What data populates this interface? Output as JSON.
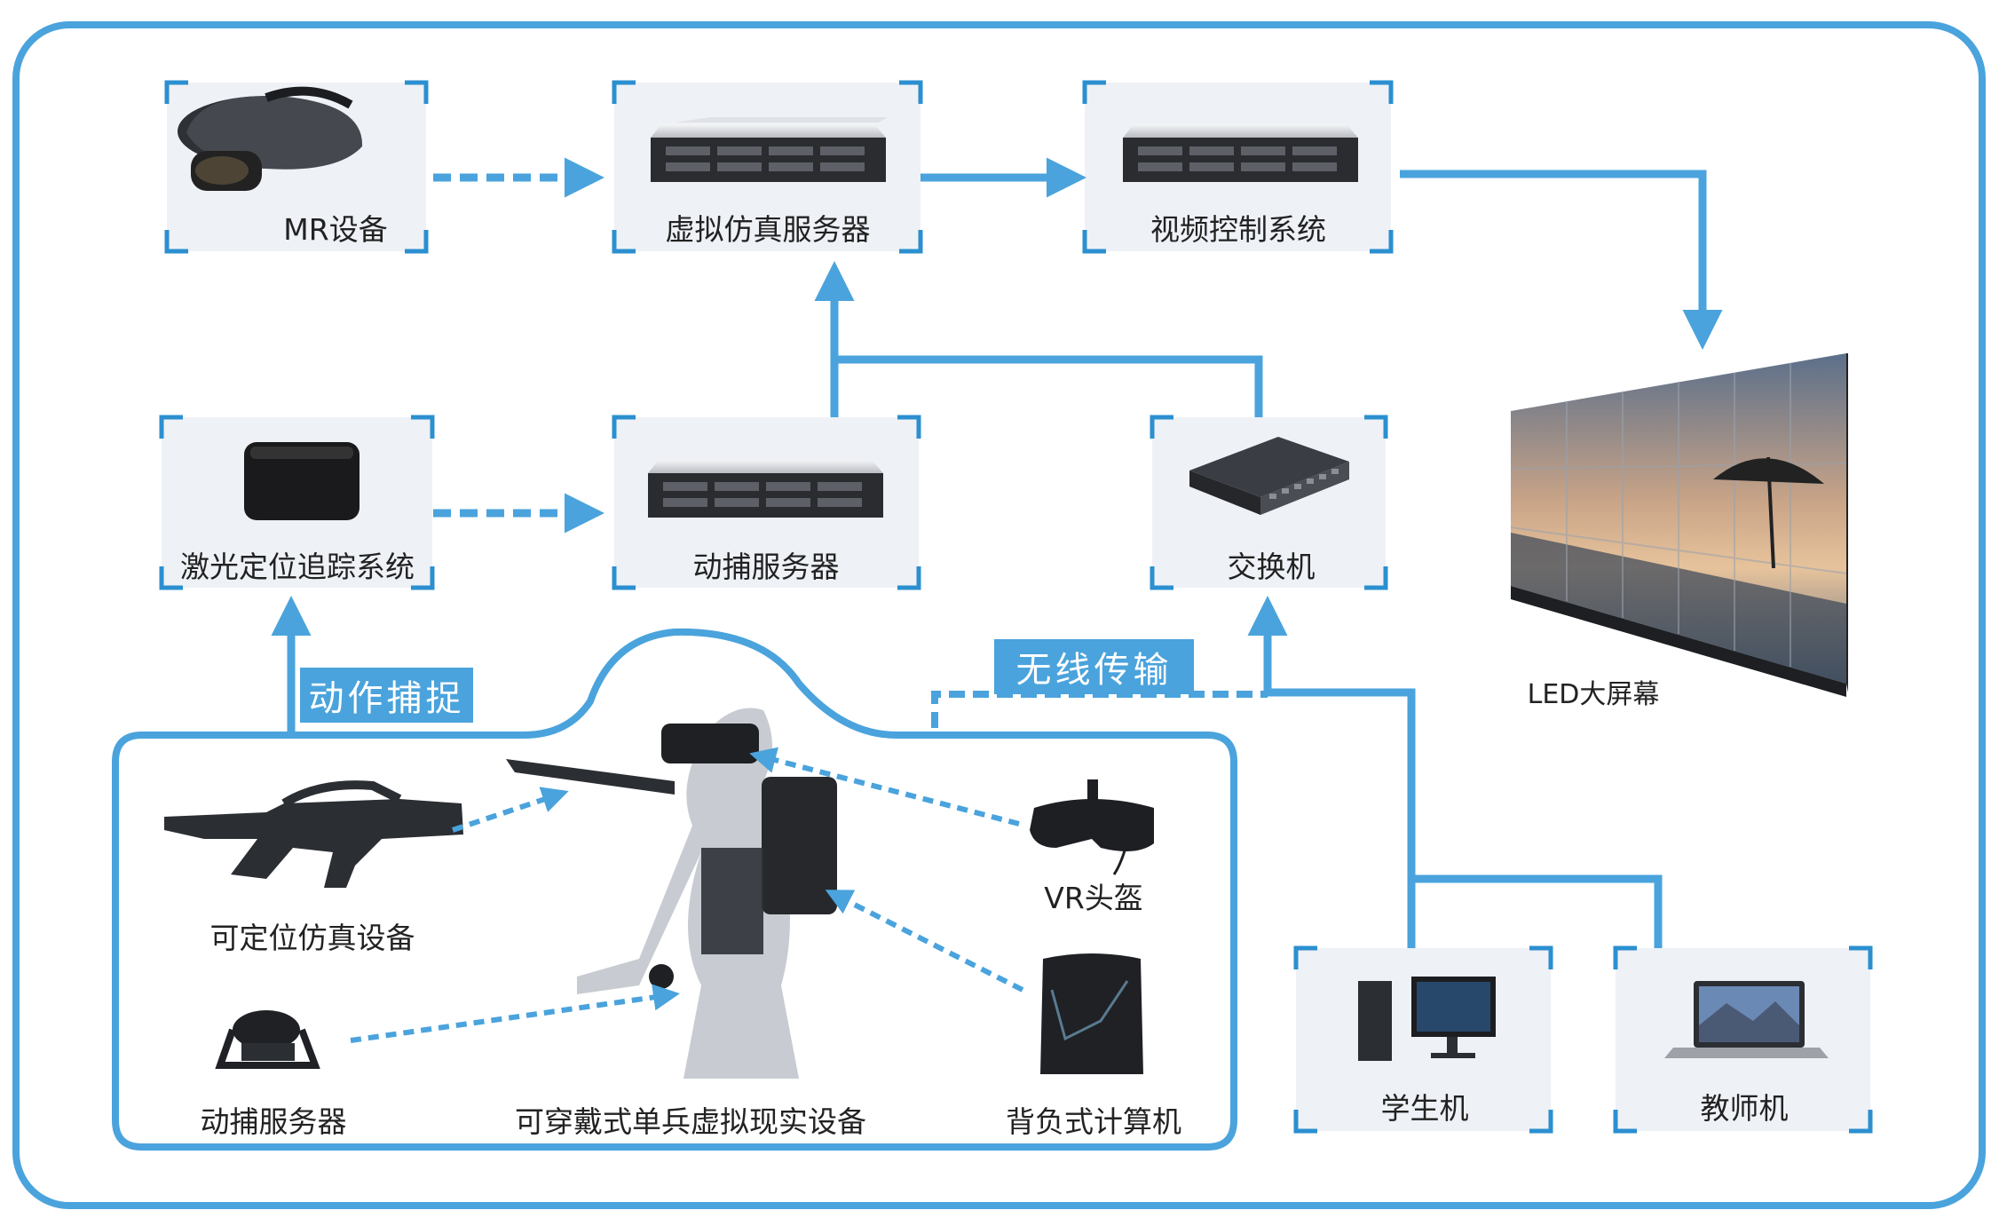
{
  "nodes": {
    "mr": "MR设备",
    "sim_server": "虚拟仿真服务器",
    "video_ctrl": "视频控制系统",
    "laser": "激光定位追踪系统",
    "mocap_server": "动捕服务器",
    "switch": "交换机",
    "led": "LED大屏幕",
    "student": "学生机",
    "teacher": "教师机"
  },
  "tags": {
    "motion_capture": "动作捕捉",
    "wireless": "无线传输"
  },
  "soldier_group": {
    "rifle": "可定位仿真设备",
    "vr_headset": "VR头盔",
    "tracker": "动捕服务器",
    "wearable": "可穿戴式单兵虚拟现实设备",
    "backpack_pc": "背负式计算机"
  },
  "colors": {
    "accent": "#4aa3dc",
    "box_fill": "#eef1f6",
    "bracket": "#2b8fd0"
  }
}
